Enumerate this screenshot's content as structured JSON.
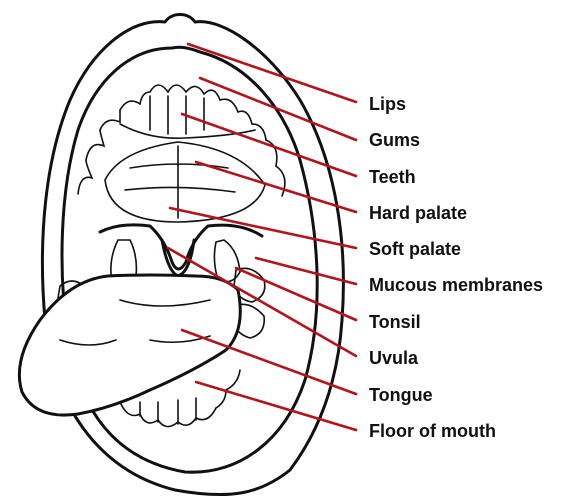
{
  "diagram": {
    "line_color": "#b3141c",
    "labels": [
      {
        "id": "lips",
        "text": "Lips"
      },
      {
        "id": "gums",
        "text": "Gums"
      },
      {
        "id": "teeth",
        "text": "Teeth"
      },
      {
        "id": "hard-palate",
        "text": "Hard palate"
      },
      {
        "id": "soft-palate",
        "text": "Soft palate"
      },
      {
        "id": "mucous-membranes",
        "text": "Mucous membranes"
      },
      {
        "id": "tonsil",
        "text": "Tonsil"
      },
      {
        "id": "uvula",
        "text": "Uvula"
      },
      {
        "id": "tongue",
        "text": "Tongue"
      },
      {
        "id": "floor-of-mouth",
        "text": "Floor of mouth"
      }
    ]
  }
}
